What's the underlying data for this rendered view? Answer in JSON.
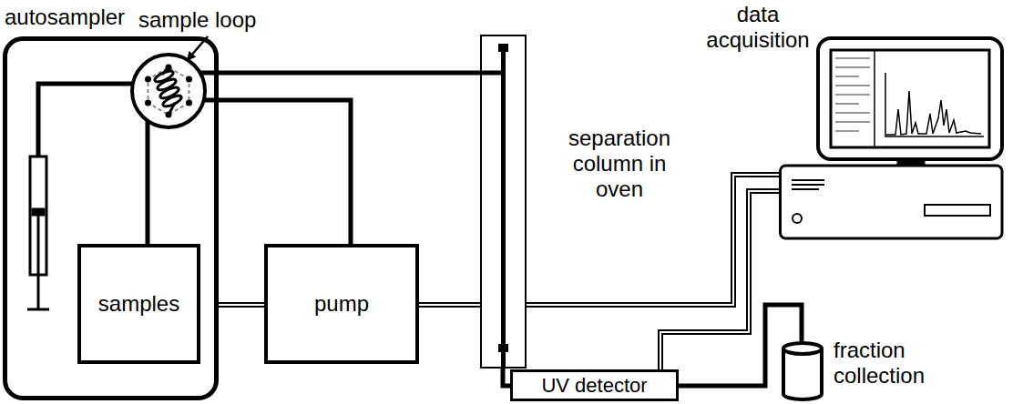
{
  "diagram": {
    "nodes": [
      {
        "text": [
          "autosampler"
        ]
      },
      {
        "text": [
          "samples"
        ],
        "in": 0
      },
      {
        "text": [
          "pump"
        ]
      },
      {
        "text": [
          "separation column in oven"
        ]
      },
      {
        "text": [
          "UV detector"
        ]
      },
      {
        "text": [
          "data acquisition"
        ]
      },
      {
        "text": [
          "fraction collection"
        ]
      }
    ],
    "edges": [
      {
        "from": 0,
        "to": 2,
        "arrow": "none"
      },
      {
        "from": 2,
        "to": 3,
        "arrow": "none"
      },
      {
        "from": 3,
        "to": 5,
        "arrow": "none"
      },
      {
        "from": 4,
        "to": 5,
        "arrow": "none"
      },
      {
        "from": 3,
        "to": 4,
        "arrow": "none"
      },
      {
        "from": 4,
        "to": 6,
        "arrow": "none"
      }
    ],
    "labels": [
      "sample loop"
    ]
  }
}
